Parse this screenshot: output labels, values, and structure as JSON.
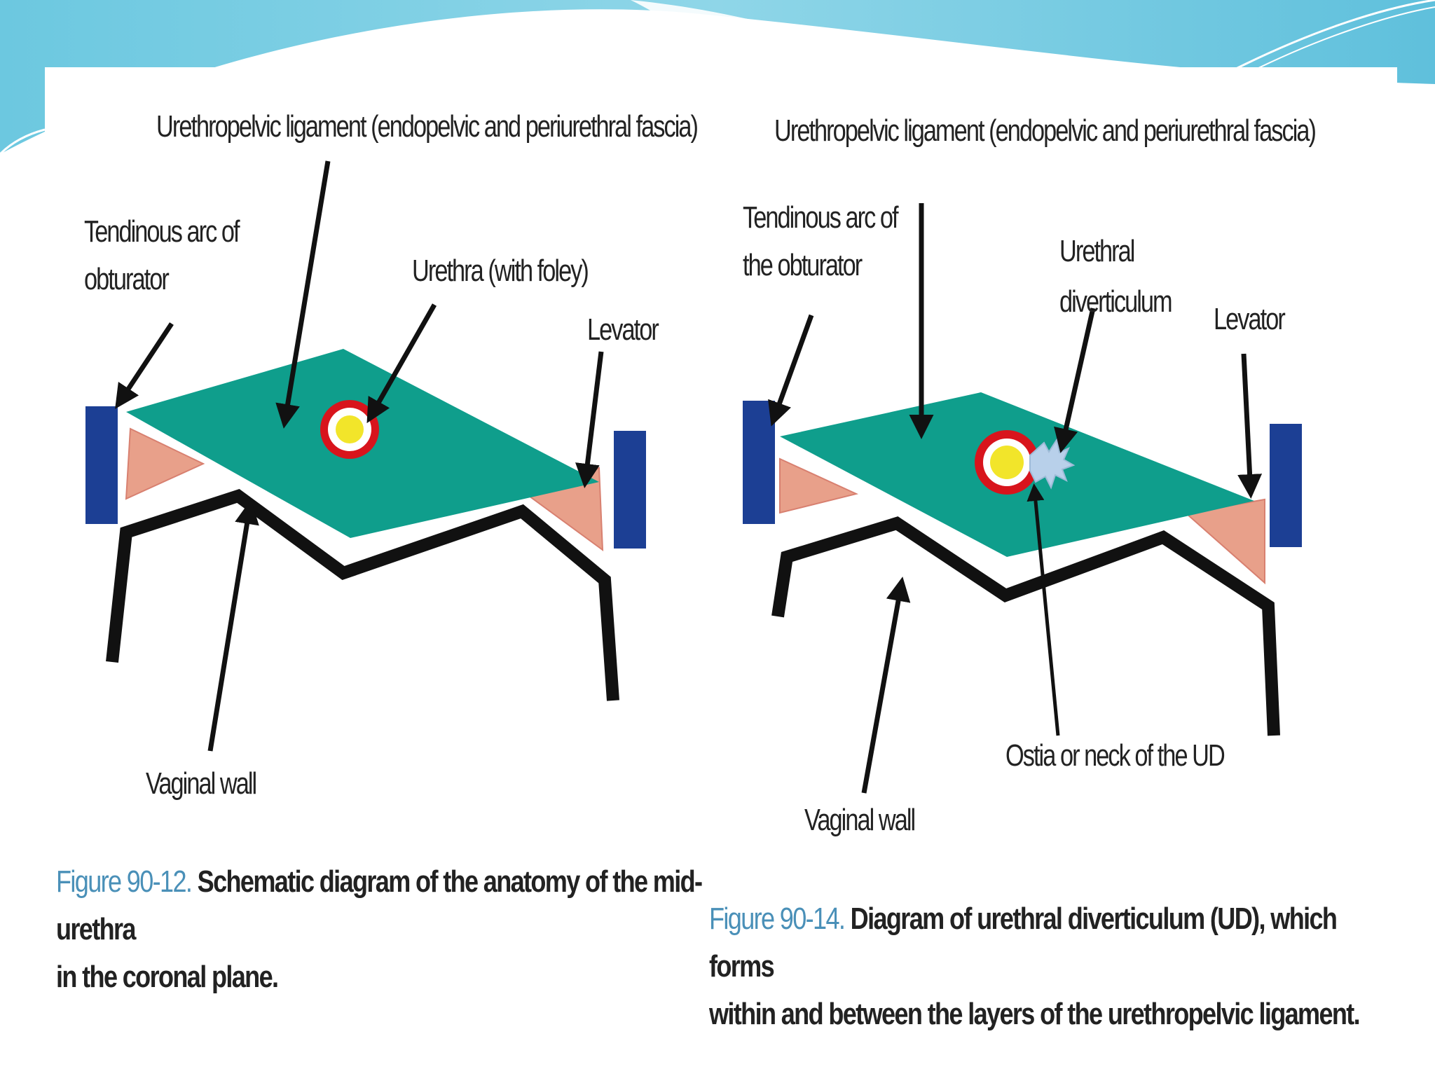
{
  "figure_left": {
    "label_ligament": "Urethropelvic ligament (endopelvic and periurethral fascia)",
    "label_arc_1": "Tendinous arc of",
    "label_arc_2": "obturator",
    "label_urethra": "Urethra (with foley)",
    "label_levator": "Levator",
    "label_vaginal": "Vaginal wall",
    "caption_number": "Figure 90-12.",
    "caption_text_1": "Schematic diagram of the anatomy of the mid-urethra",
    "caption_text_2": "in the coronal plane."
  },
  "figure_right": {
    "label_ligament": "Urethropelvic ligament (endopelvic and periurethral fascia)",
    "label_arc_1": "Tendinous arc of",
    "label_arc_2": "the obturator",
    "label_ud_1": "Urethral",
    "label_ud_2": "diverticulum",
    "label_levator": "Levator",
    "label_ostia": "Ostia or neck of the UD",
    "label_vaginal": "Vaginal wall",
    "caption_number": "Figure 90-14.",
    "caption_text_1": "Diagram of urethral diverticulum (UD), which forms",
    "caption_text_2": "within and between the layers of the urethropelvic ligament."
  },
  "colors": {
    "ligament": "#0f9e8c",
    "muscle": "#e8a08a",
    "bone": "#1c3f94",
    "urethra_ring": "#d8141c",
    "urethra_lumen": "#f2e52a",
    "caption_number": "#4a90b8",
    "theme_teal": "#5ec4dd"
  }
}
